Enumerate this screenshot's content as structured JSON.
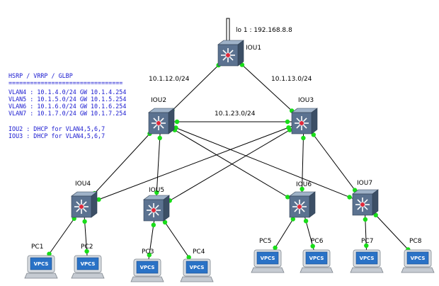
{
  "colors": {
    "link": "#000000",
    "port_dot": "#18dd18",
    "switch_face": "#5b7290",
    "switch_top": "#9fb2c8",
    "switch_side": "#3c4f66",
    "note_text": "#1a1ad0",
    "label_text": "#000000"
  },
  "loopback": {
    "label": "lo 1 : 192.168.8.8"
  },
  "switches": [
    {
      "id": "iou1",
      "label": "IOU1"
    },
    {
      "id": "iou2",
      "label": "IOU2"
    },
    {
      "id": "iou3",
      "label": "IOU3"
    },
    {
      "id": "iou4",
      "label": "IOU4"
    },
    {
      "id": "iou5",
      "label": "IOU5"
    },
    {
      "id": "iou6",
      "label": "IOU6"
    },
    {
      "id": "iou7",
      "label": "IOU7"
    }
  ],
  "pcs": [
    {
      "id": "pc1",
      "label": "PC1",
      "screen": "VPCS"
    },
    {
      "id": "pc2",
      "label": "PC2",
      "screen": "VPCS"
    },
    {
      "id": "pc3",
      "label": "PC3",
      "screen": "VPCS"
    },
    {
      "id": "pc4",
      "label": "PC4",
      "screen": "VPCS"
    },
    {
      "id": "pc5",
      "label": "PC5",
      "screen": "VPCS"
    },
    {
      "id": "pc6",
      "label": "PC6",
      "screen": "VPCS"
    },
    {
      "id": "pc7",
      "label": "PC7",
      "screen": "VPCS"
    },
    {
      "id": "pc8",
      "label": "PC8",
      "screen": "VPCS"
    }
  ],
  "links": [
    {
      "from": "iou1",
      "to": "iou2",
      "label": "10.1.12.0/24"
    },
    {
      "from": "iou1",
      "to": "iou3",
      "label": "10.1.13.0/24"
    },
    {
      "from": "iou2",
      "to": "iou3",
      "label": "10.1.23.0/24"
    },
    {
      "from": "iou2",
      "to": "iou4",
      "label": ""
    },
    {
      "from": "iou2",
      "to": "iou5",
      "label": ""
    },
    {
      "from": "iou2",
      "to": "iou6",
      "label": ""
    },
    {
      "from": "iou2",
      "to": "iou7",
      "label": ""
    },
    {
      "from": "iou3",
      "to": "iou4",
      "label": ""
    },
    {
      "from": "iou3",
      "to": "iou5",
      "label": ""
    },
    {
      "from": "iou3",
      "to": "iou6",
      "label": ""
    },
    {
      "from": "iou3",
      "to": "iou7",
      "label": ""
    },
    {
      "from": "iou4",
      "to": "pc1",
      "label": ""
    },
    {
      "from": "iou4",
      "to": "pc2",
      "label": ""
    },
    {
      "from": "iou5",
      "to": "pc3",
      "label": ""
    },
    {
      "from": "iou5",
      "to": "pc4",
      "label": ""
    },
    {
      "from": "iou6",
      "to": "pc5",
      "label": ""
    },
    {
      "from": "iou6",
      "to": "pc6",
      "label": ""
    },
    {
      "from": "iou7",
      "to": "pc7",
      "label": ""
    },
    {
      "from": "iou7",
      "to": "pc8",
      "label": ""
    }
  ],
  "notes": {
    "title": "HSRP / VRRP / GLBP",
    "separator": "================================",
    "vlans": [
      "VLAN4 : 10.1.4.0/24  GW 10.1.4.254",
      "VLAN5 : 10.1.5.0/24  GW 10.1.5.254",
      "VLAN6 : 10.1.6.0/24  GW 10.1.6.254",
      "VLAN7 : 10.1.7.0/24  GW 10.1.7.254"
    ],
    "dhcp": [
      "IOU2 : DHCP for VLAN4,5,6,7",
      "IOU3 : DHCP for VLAN4,5,6,7"
    ]
  }
}
